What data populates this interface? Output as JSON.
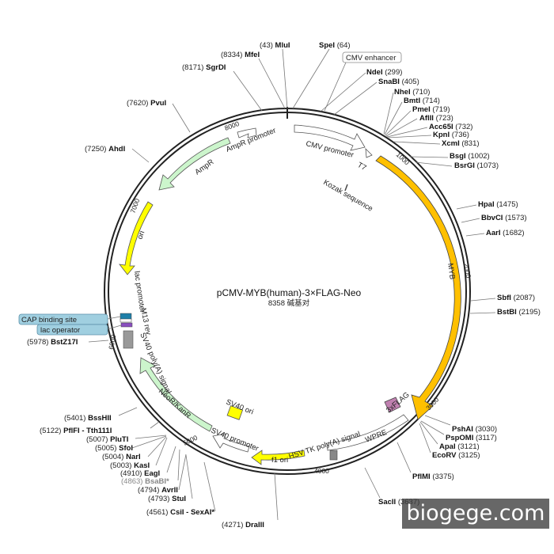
{
  "title": "pCMV-MYB(human)-3×FLAG-Neo",
  "subtitle": "8358 碱基对",
  "watermark": "biogege.com",
  "site_labels": [
    {
      "name": "MluI",
      "pos": "(43)"
    },
    {
      "name": "SpeI",
      "pos": "(64)"
    },
    {
      "name": "MfeI",
      "pos": "(8334)"
    },
    {
      "name": "SgrDI",
      "pos": "(8171)"
    },
    {
      "name": "NdeI",
      "pos": "(299)"
    },
    {
      "name": "SnaBI",
      "pos": "(405)"
    },
    {
      "name": "NheI",
      "pos": "(710)"
    },
    {
      "name": "BmtI",
      "pos": "(714)"
    },
    {
      "name": "PmeI",
      "pos": "(719)"
    },
    {
      "name": "AflII",
      "pos": "(723)"
    },
    {
      "name": "Acc65I",
      "pos": "(732)"
    },
    {
      "name": "KpnI",
      "pos": "(736)"
    },
    {
      "name": "XcmI",
      "pos": "(831)"
    },
    {
      "name": "BsgI",
      "pos": "(1002)"
    },
    {
      "name": "BsrGI",
      "pos": "(1073)"
    },
    {
      "name": "HpaI",
      "pos": "(1475)"
    },
    {
      "name": "BbvCI",
      "pos": "(1573)"
    },
    {
      "name": "AarI",
      "pos": "(1682)"
    },
    {
      "name": "SbfI",
      "pos": "(2087)"
    },
    {
      "name": "BstBI",
      "pos": "(2195)"
    },
    {
      "name": "PshAI",
      "pos": "(3030)"
    },
    {
      "name": "PspOMI",
      "pos": "(3117)"
    },
    {
      "name": "ApaI",
      "pos": "(3121)"
    },
    {
      "name": "EcoRV",
      "pos": "(3125)"
    },
    {
      "name": "PflMI",
      "pos": "(3375)"
    },
    {
      "name": "SacII",
      "pos": "(3637)"
    },
    {
      "name": "PvuI",
      "pos": "(7620)"
    },
    {
      "name": "AhdI",
      "pos": "(7250)"
    },
    {
      "name": "BstZ17I",
      "pos": "(5978)"
    },
    {
      "name": "BssHII",
      "pos": "(5401)"
    },
    {
      "name": "PflFI - Tth111I",
      "pos": "(5122)"
    },
    {
      "name": "PluTI",
      "pos": "(5007)"
    },
    {
      "name": "SfoI",
      "pos": "(5005)"
    },
    {
      "name": "NarI",
      "pos": "(5004)"
    },
    {
      "name": "KasI",
      "pos": "(5003)"
    },
    {
      "name": "EagI",
      "pos": "(4910)"
    },
    {
      "name": "BsaBI*",
      "pos": "(4863)"
    },
    {
      "name": "AvrII",
      "pos": "(4794)"
    },
    {
      "name": "StuI",
      "pos": "(4793)"
    },
    {
      "name": "CsiI - SexAI*",
      "pos": "(4561)"
    },
    {
      "name": "DraIII",
      "pos": "(4271)"
    }
  ],
  "feature_labels": {
    "cmv_enhancer": "CMV enhancer",
    "cmv_promoter": "CMV promoter",
    "t7": "T7",
    "kozak": "Kozak sequence",
    "myb": "MYB",
    "flag": "3xFLAG",
    "wpre": "WPRE",
    "hsv_tk": "HSV TK poly(A) signal",
    "f1_ori": "f1 ori",
    "sv40_promoter": "SV40 promoter",
    "sv40_ori": "SV40 ori",
    "neor": "NeoR/KanR",
    "sv40_polya": "SV40 poly(A) signal",
    "m13_rev": "M13 rev",
    "lac_promoter": "lac promoter",
    "cap_site": "CAP binding site",
    "lac_operator": "lac operator",
    "ori": "ori",
    "ampr": "AmpR",
    "ampr_promoter": "AmpR promoter"
  },
  "ticks": [
    "1000",
    "2000",
    "3000",
    "4000",
    "5000",
    "6000",
    "7000",
    "8000"
  ],
  "colors": {
    "myb": "#ffc000",
    "resistance": "#ccf5cc",
    "ori": "#ffff00",
    "flag": "#c080b0",
    "promoter": "#ffffff",
    "cap": "#a0cfe0",
    "gray_feature": "#999999"
  }
}
